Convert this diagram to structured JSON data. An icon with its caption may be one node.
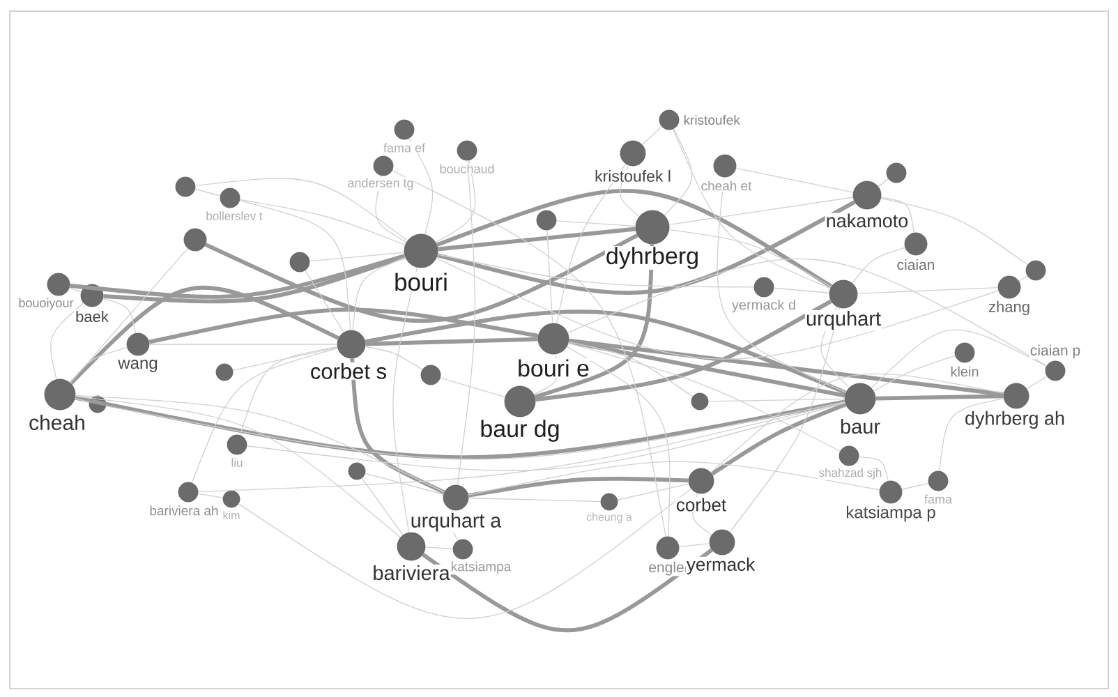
{
  "diagram": {
    "nodes": [
      {
        "text": [
          "kristoufek"
        ]
      },
      {
        "text": [
          "fama ef"
        ]
      },
      {
        "text": [
          "kristoufek l"
        ]
      },
      {
        "text": [
          "bouchaud"
        ]
      },
      {
        "text": [
          "andersen tg"
        ]
      },
      {
        "text": [
          "cheah et"
        ]
      },
      {
        "text": [],
        "shape": "circle"
      },
      {
        "text": [],
        "shape": "circle"
      },
      {
        "text": [
          "nakamoto"
        ]
      },
      {
        "text": [
          "bollerslev t"
        ]
      },
      {
        "text": [],
        "shape": "circle"
      },
      {
        "text": [
          "dyhrberg"
        ]
      },
      {
        "text": [],
        "shape": "circle"
      },
      {
        "text": [
          "ciaian"
        ]
      },
      {
        "text": [
          "bouri"
        ]
      },
      {
        "text": [],
        "shape": "circle"
      },
      {
        "text": [],
        "shape": "circle"
      },
      {
        "text": [
          "bouoiyour"
        ]
      },
      {
        "text": [
          "zhang"
        ]
      },
      {
        "text": [
          "yermack d"
        ]
      },
      {
        "text": [
          "baek"
        ]
      },
      {
        "text": [
          "urquhart"
        ]
      },
      {
        "text": [
          "bouri e"
        ]
      },
      {
        "text": [
          "corbet s"
        ]
      },
      {
        "text": [
          "wang"
        ]
      },
      {
        "text": [
          "klein"
        ]
      },
      {
        "text": [],
        "shape": "circle"
      },
      {
        "text": [],
        "shape": "circle"
      },
      {
        "text": [
          "ciaian p"
        ]
      },
      {
        "text": [
          "cheah"
        ]
      },
      {
        "text": [
          "dyhrberg ah"
        ]
      },
      {
        "text": [
          "baur"
        ]
      },
      {
        "text": [
          "baur dg"
        ]
      },
      {
        "text": [],
        "shape": "circle"
      },
      {
        "text": [],
        "shape": "circle"
      },
      {
        "text": [
          "liu"
        ]
      },
      {
        "text": [
          "shahzad sjh"
        ]
      },
      {
        "text": [],
        "shape": "circle"
      },
      {
        "text": [
          "corbet"
        ]
      },
      {
        "text": [
          "fama"
        ]
      },
      {
        "text": [
          "bariviera ah"
        ]
      },
      {
        "text": [
          "katsiampa p"
        ]
      },
      {
        "text": [
          "urquhart a"
        ]
      },
      {
        "text": [
          "kim"
        ]
      },
      {
        "text": [
          "cheung a"
        ]
      },
      {
        "text": [
          "yermack"
        ]
      },
      {
        "text": [
          "bariviera"
        ]
      },
      {
        "text": [
          "engle"
        ]
      },
      {
        "text": [
          "katsiampa"
        ]
      }
    ],
    "edges": [
      {
        "from": 14,
        "to": 11,
        "arrow": "none",
        "style": "thick"
      },
      {
        "from": 14,
        "to": 8,
        "arrow": "none",
        "style": "thick"
      },
      {
        "from": 23,
        "to": 22,
        "arrow": "none",
        "style": "thick"
      },
      {
        "from": 29,
        "to": 31,
        "arrow": "none",
        "style": "thick"
      },
      {
        "from": 22,
        "to": 31,
        "arrow": "none",
        "style": "thick"
      },
      {
        "from": 23,
        "to": 31,
        "arrow": "none",
        "style": "thick"
      },
      {
        "from": 42,
        "to": 38,
        "arrow": "none",
        "style": "thick"
      },
      {
        "from": 23,
        "to": 42,
        "arrow": "none",
        "style": "thick"
      },
      {
        "from": 32,
        "to": 11,
        "arrow": "none",
        "style": "thick"
      },
      {
        "from": 22,
        "to": 30,
        "arrow": "none",
        "style": "thick"
      },
      {
        "from": 17,
        "to": 14,
        "arrow": "none",
        "style": "thick"
      },
      {
        "from": 31,
        "to": 30,
        "arrow": "none",
        "style": "thick"
      },
      {
        "from": 21,
        "to": 14,
        "arrow": "none",
        "style": "thick"
      },
      {
        "from": 32,
        "to": 21,
        "arrow": "none",
        "style": "thick"
      },
      {
        "from": 12,
        "to": 11,
        "arrow": "none",
        "style": "thick"
      },
      {
        "from": 20,
        "to": 14,
        "arrow": "none",
        "style": "thick"
      },
      {
        "from": 29,
        "to": 23,
        "arrow": "none",
        "style": "thick"
      },
      {
        "from": 46,
        "to": 45,
        "arrow": "none",
        "style": "thick"
      },
      {
        "from": 24,
        "to": 22,
        "arrow": "none",
        "style": "thick"
      },
      {
        "from": 38,
        "to": 31,
        "arrow": "none",
        "style": "thick"
      },
      {
        "from": 2,
        "to": 22,
        "arrow": "none"
      },
      {
        "from": 2,
        "to": 11,
        "arrow": "none"
      },
      {
        "from": 0,
        "to": 11,
        "arrow": "none"
      },
      {
        "from": 0,
        "to": 21,
        "arrow": "none"
      },
      {
        "from": 1,
        "to": 14,
        "arrow": "none"
      },
      {
        "from": 3,
        "to": 14,
        "arrow": "none"
      },
      {
        "from": 3,
        "to": 42,
        "arrow": "none"
      },
      {
        "from": 4,
        "to": 14,
        "arrow": "none"
      },
      {
        "from": 4,
        "to": 47,
        "arrow": "none"
      },
      {
        "from": 5,
        "to": 8,
        "arrow": "none"
      },
      {
        "from": 5,
        "to": 31,
        "arrow": "none"
      },
      {
        "from": 6,
        "to": 8,
        "arrow": "none"
      },
      {
        "from": 7,
        "to": 9,
        "arrow": "none"
      },
      {
        "from": 7,
        "to": 14,
        "arrow": "none"
      },
      {
        "from": 9,
        "to": 14,
        "arrow": "none"
      },
      {
        "from": 9,
        "to": 23,
        "arrow": "none"
      },
      {
        "from": 10,
        "to": 11,
        "arrow": "none"
      },
      {
        "from": 10,
        "to": 22,
        "arrow": "none"
      },
      {
        "from": 13,
        "to": 21,
        "arrow": "none"
      },
      {
        "from": 13,
        "to": 8,
        "arrow": "none"
      },
      {
        "from": 16,
        "to": 18,
        "arrow": "none"
      },
      {
        "from": 16,
        "to": 8,
        "arrow": "none"
      },
      {
        "from": 18,
        "to": 21,
        "arrow": "none"
      },
      {
        "from": 18,
        "to": 14,
        "arrow": "none"
      },
      {
        "from": 19,
        "to": 14,
        "arrow": "none"
      },
      {
        "from": 19,
        "to": 21,
        "arrow": "none"
      },
      {
        "from": 20,
        "to": 29,
        "arrow": "none"
      },
      {
        "from": 20,
        "to": 24,
        "arrow": "none"
      },
      {
        "from": 24,
        "to": 23,
        "arrow": "none"
      },
      {
        "from": 24,
        "to": 29,
        "arrow": "none"
      },
      {
        "from": 25,
        "to": 31,
        "arrow": "none"
      },
      {
        "from": 26,
        "to": 23,
        "arrow": "none"
      },
      {
        "from": 27,
        "to": 23,
        "arrow": "none"
      },
      {
        "from": 27,
        "to": 32,
        "arrow": "none"
      },
      {
        "from": 28,
        "to": 30,
        "arrow": "none"
      },
      {
        "from": 28,
        "to": 31,
        "arrow": "none"
      },
      {
        "from": 28,
        "to": 22,
        "arrow": "none"
      },
      {
        "from": 29,
        "to": 34,
        "arrow": "none"
      },
      {
        "from": 29,
        "to": 46,
        "arrow": "none"
      },
      {
        "from": 29,
        "to": 42,
        "arrow": "none"
      },
      {
        "from": 33,
        "to": 31,
        "arrow": "none"
      },
      {
        "from": 33,
        "to": 22,
        "arrow": "none"
      },
      {
        "from": 35,
        "to": 31,
        "arrow": "none"
      },
      {
        "from": 35,
        "to": 23,
        "arrow": "none"
      },
      {
        "from": 36,
        "to": 22,
        "arrow": "none"
      },
      {
        "from": 36,
        "to": 41,
        "arrow": "none"
      },
      {
        "from": 37,
        "to": 42,
        "arrow": "none"
      },
      {
        "from": 37,
        "to": 46,
        "arrow": "none"
      },
      {
        "from": 38,
        "to": 45,
        "arrow": "none"
      },
      {
        "from": 40,
        "to": 31,
        "arrow": "none"
      },
      {
        "from": 40,
        "to": 23,
        "arrow": "none"
      },
      {
        "from": 41,
        "to": 39,
        "arrow": "none"
      },
      {
        "from": 41,
        "to": 42,
        "arrow": "none"
      },
      {
        "from": 43,
        "to": 40,
        "arrow": "none"
      },
      {
        "from": 43,
        "to": 38,
        "arrow": "none"
      },
      {
        "from": 44,
        "to": 42,
        "arrow": "none"
      },
      {
        "from": 44,
        "to": 38,
        "arrow": "none"
      },
      {
        "from": 45,
        "to": 21,
        "arrow": "none"
      },
      {
        "from": 46,
        "to": 14,
        "arrow": "none"
      },
      {
        "from": 47,
        "to": 45,
        "arrow": "none"
      },
      {
        "from": 47,
        "to": 22,
        "arrow": "none"
      },
      {
        "from": 48,
        "to": 42,
        "arrow": "none"
      },
      {
        "from": 48,
        "to": 46,
        "arrow": "none"
      },
      {
        "from": 30,
        "to": 38,
        "arrow": "none"
      },
      {
        "from": 11,
        "to": 21,
        "arrow": "none"
      },
      {
        "from": 22,
        "to": 32,
        "arrow": "none"
      },
      {
        "from": 14,
        "to": 23,
        "arrow": "none"
      },
      {
        "from": 15,
        "to": 14,
        "arrow": "none"
      },
      {
        "from": 15,
        "to": 23,
        "arrow": "none"
      },
      {
        "from": 21,
        "to": 31,
        "arrow": "none"
      },
      {
        "from": 8,
        "to": 11,
        "arrow": "none"
      },
      {
        "from": 12,
        "to": 29,
        "arrow": "none"
      },
      {
        "from": 34,
        "to": 31,
        "arrow": "none"
      },
      {
        "from": 17,
        "to": 20,
        "arrow": "none"
      },
      {
        "from": 39,
        "to": 30,
        "arrow": "none"
      },
      {
        "from": 0,
        "to": 2,
        "arrow": "none"
      }
    ]
  }
}
